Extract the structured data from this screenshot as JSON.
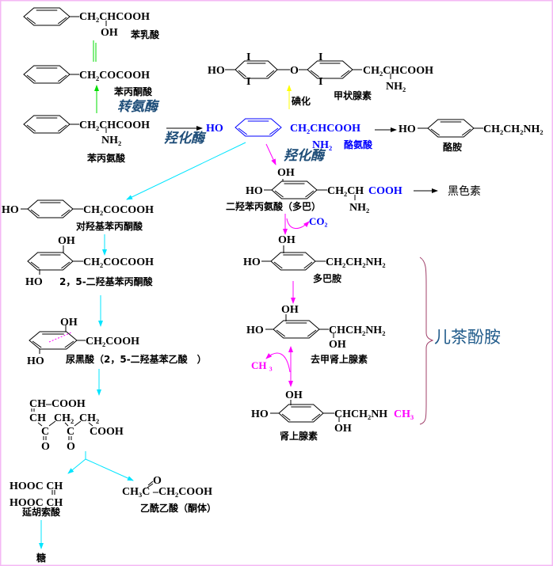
{
  "colors": {
    "ring": "#000000",
    "tyrosine": "#0000ff",
    "transamination": "#00dd00",
    "tyrosine_degradation": "#00e5ff",
    "catecholamine": "#ff00ff",
    "iodination": "#ffff00",
    "enzyme": "#1f4e79",
    "brace": "#a0406a",
    "border": "#f4b8f4"
  },
  "phenyllactic": {
    "chain": "CH₂CHCOOH",
    "oh": "OH",
    "name": "苯乳酸"
  },
  "phenylpyruvate": {
    "chain": "CH₂COCOOH",
    "name": "苯丙酮酸"
  },
  "phenylalanine": {
    "chain": "CH₂CHCOOH",
    "nh2": "NH₂",
    "name": "苯丙氨酸"
  },
  "enzymes": {
    "transaminase": "转氨酶",
    "hydroxylase1": "羟化酶",
    "hydroxylase2": "羟化酶"
  },
  "tyrosine": {
    "ho": "HO",
    "chain": "CH₂CHCOOH",
    "nh2": "NH₂",
    "name": "酪氨酸"
  },
  "tyramine": {
    "ho": "HO",
    "chain": "CH₂CH₂NH₂",
    "name": "酪胺"
  },
  "thyroxine": {
    "ho": "HO",
    "i": "I",
    "o": "O",
    "chain": "CH₂CHCOOH",
    "nh2": "NH₂",
    "step": "碘化",
    "name": "甲状腺素"
  },
  "dopa": {
    "oh": "OH",
    "ho": "HO",
    "chain_a": "CH₂CH",
    "chain_b": "COOH",
    "nh2": "NH₂",
    "name": "二羟苯丙氨酸（多巴）",
    "product": "黑色素",
    "co2": "CO₂"
  },
  "dopamine": {
    "oh": "OH",
    "ho": "HO",
    "chain": "CH₂CH₂NH₂",
    "name": "多巴胺"
  },
  "norepinephrine": {
    "oh": "OH",
    "ho": "HO",
    "chain": "CHCH₂NH₂",
    "oh2": "OH",
    "name": "去甲肾上腺素",
    "methyl": "CH ₃"
  },
  "epinephrine": {
    "oh": "OH",
    "ho": "HO",
    "chain": "CHCH₂NH",
    "methyl": "CH₃",
    "oh2": "OH",
    "name": "肾上腺素"
  },
  "catecholamines": "儿茶酚胺",
  "hppa": {
    "ho": "HO",
    "chain": "CH₂COCOOH",
    "name": "对羟基苯丙酮酸"
  },
  "dhppa": {
    "oh": "OH",
    "chain": "CH₂COCOOH",
    "ho": "HO",
    "name": "2，5-二羟基苯丙酮酸"
  },
  "homogentisate": {
    "oh": "OH",
    "chain": "CH₂COOH",
    "ho": "HO",
    "name": "尿黑酸（2，5-二羟基苯乙酸　）"
  },
  "fumarylacetoacetate": {
    "l1": "CH–COOH",
    "l2": "CH",
    "ch2a": "CH₂",
    "ch2b": "CH₂",
    "c": "C",
    "cooh": "COOH",
    "o": "O"
  },
  "fumarate": {
    "l1": "HOOC CH",
    "l2": "HOOC CH",
    "name": "延胡索酸",
    "product": "糖"
  },
  "acetoacetate": {
    "a": "CH₃C",
    "o": "O",
    "b": "–CH₂COOH",
    "name": "乙酰乙酸（酮体）"
  }
}
